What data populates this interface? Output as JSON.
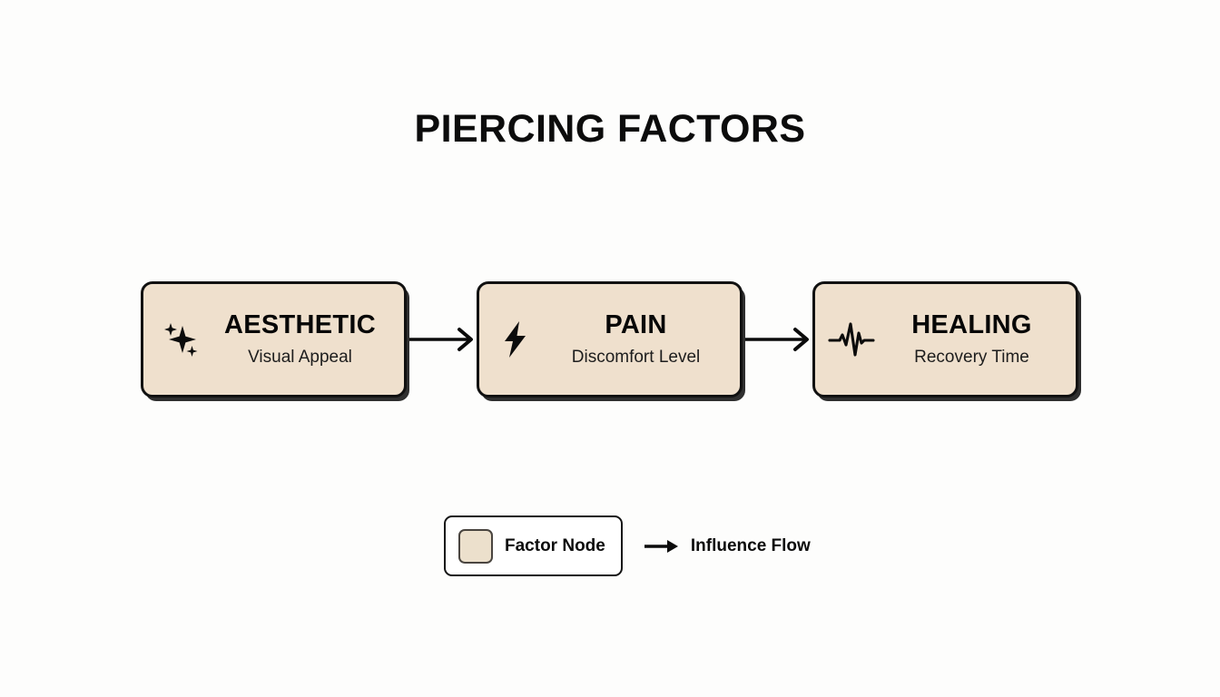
{
  "diagram": {
    "title": "PIERCING FACTORS",
    "background_color": "#fdfdfc",
    "node_fill_color": "#efe0cd",
    "node_border_color": "#111111",
    "text_color": "#0c0c0c"
  },
  "nodes": [
    {
      "icon": "sparkle-icon",
      "title": "AESTHETIC",
      "subtitle": "Visual Appeal"
    },
    {
      "icon": "lightning-bolt-icon",
      "title": "PAIN",
      "subtitle": "Discomfort Level"
    },
    {
      "icon": "heartbeat-pulse-icon",
      "title": "HEALING",
      "subtitle": "Recovery Time"
    }
  ],
  "connectors": [
    {
      "icon": "arrow-right-icon",
      "from": "AESTHETIC",
      "to": "PAIN"
    },
    {
      "icon": "arrow-right-icon",
      "from": "PAIN",
      "to": "HEALING"
    }
  ],
  "legend": {
    "node_swatch_label": "Factor Node",
    "flow_arrow_label": "Influence Flow",
    "swatch_color": "#ece0cc"
  }
}
